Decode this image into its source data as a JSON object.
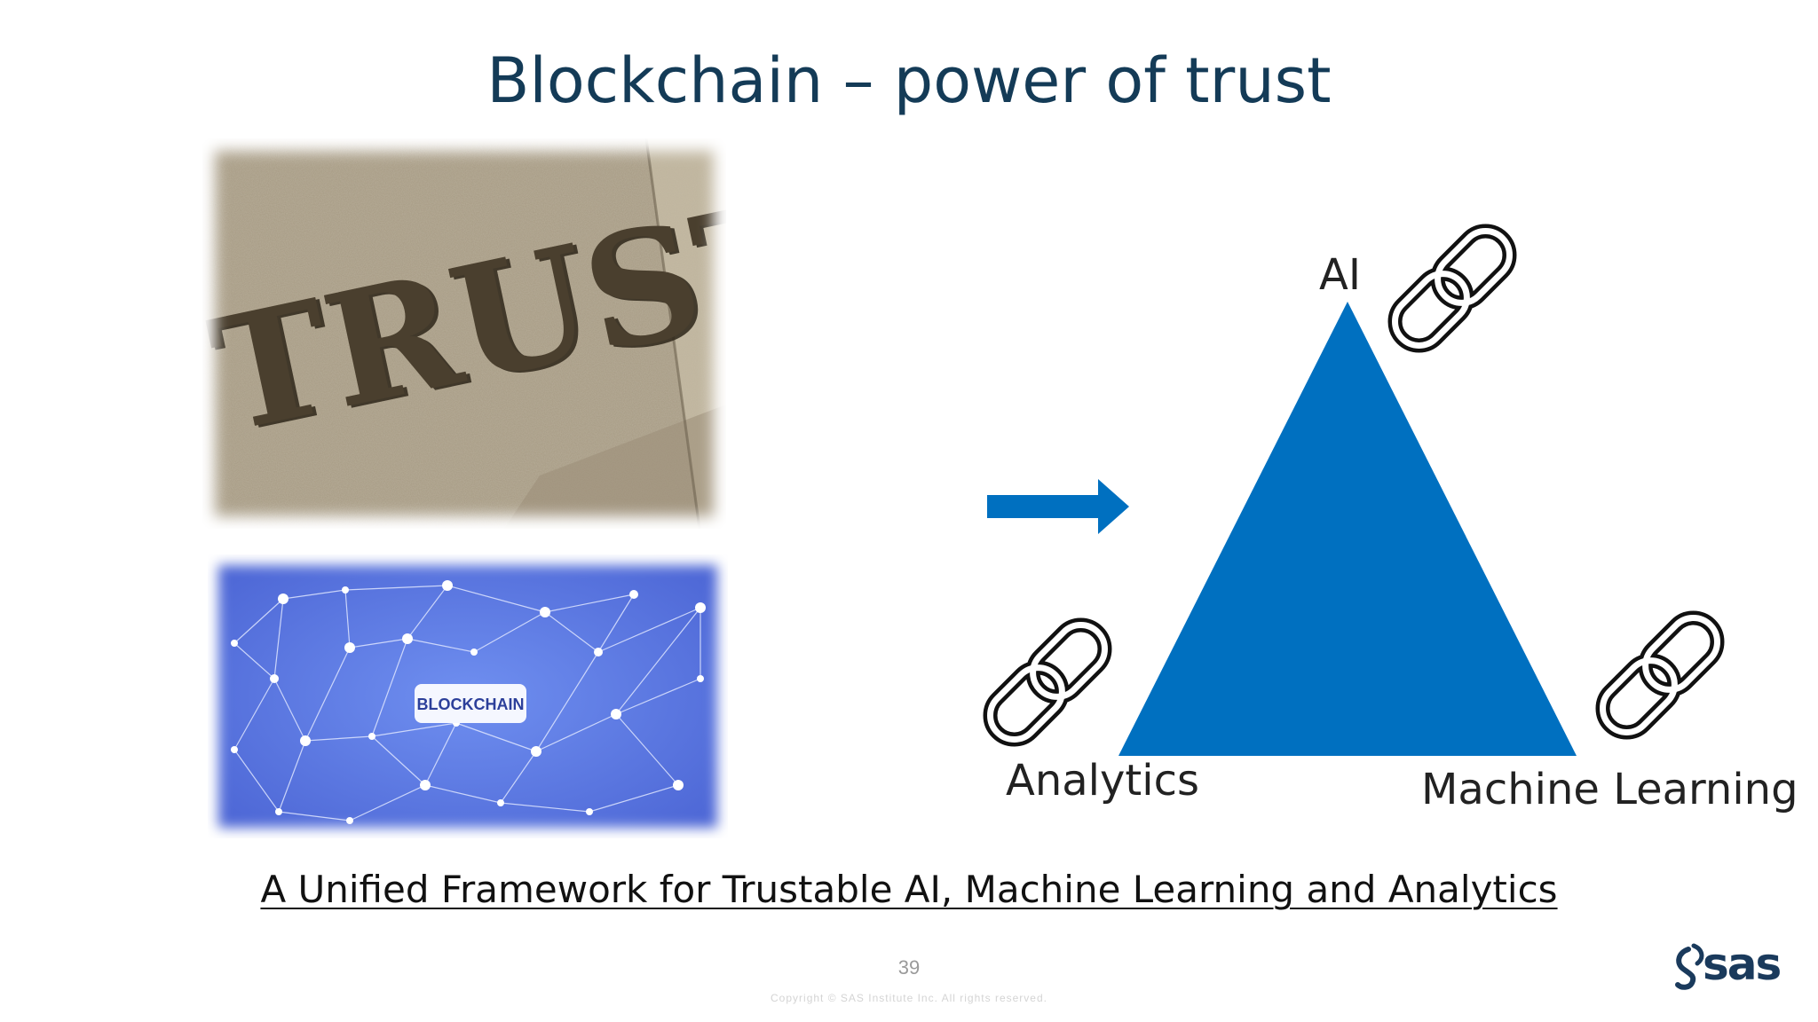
{
  "slide": {
    "title": "Blockchain – power of trust",
    "images": {
      "trust_text": "TRUST",
      "blockchain_text": "BLOCKCHAIN"
    },
    "diagram": {
      "top_label": "AI",
      "left_label": "Analytics",
      "right_label": "Machine Learning",
      "triangle_color": "#0070c0",
      "arrow_color": "#0070c0"
    },
    "framework_text": "A Unified Framework for Trustable AI, Machine Learning and Analytics",
    "page_number": "39",
    "copyright": "Copyright © SAS Institute Inc. All rights reserved.",
    "logo_text": "sas"
  }
}
